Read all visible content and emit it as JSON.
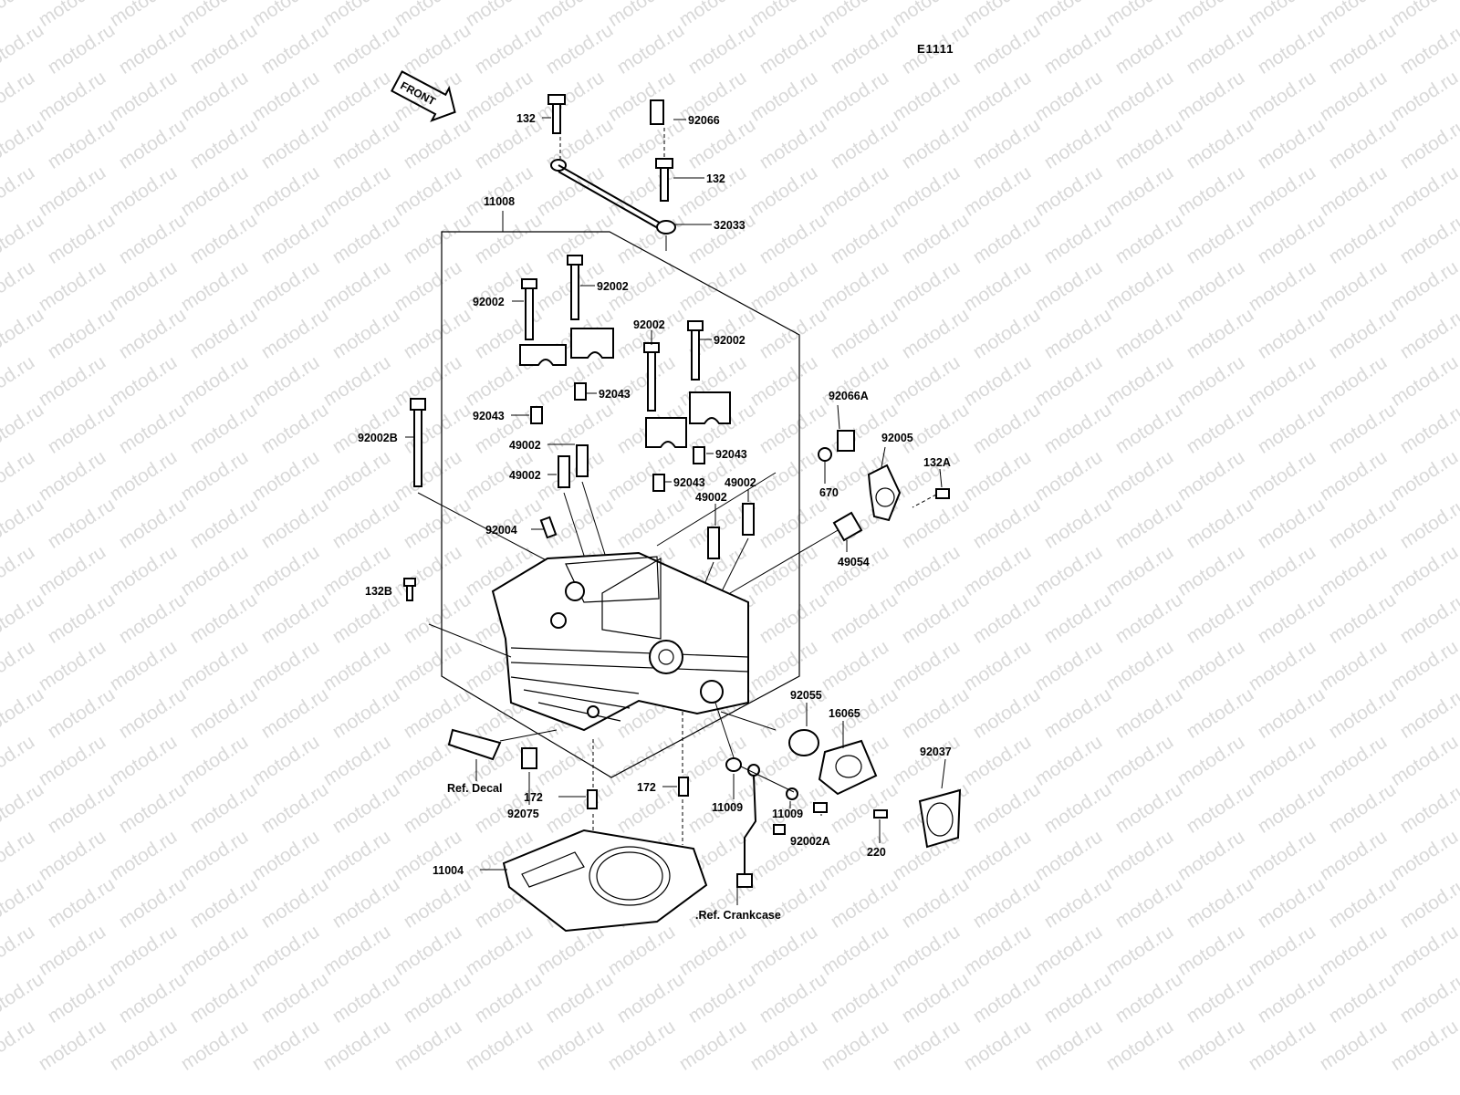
{
  "diagram_code": "E1111",
  "watermark_text": "motod.ru",
  "front_arrow_label": "FRONT",
  "parts": {
    "p132_top": "132",
    "p92066": "92066",
    "p132_mid": "132",
    "p32033": "32033",
    "p11008": "11008",
    "p92002_a": "92002",
    "p92002_b": "92002",
    "p92002_c": "92002",
    "p92002_d": "92002",
    "p92043_a": "92043",
    "p92043_b": "92043",
    "p92043_c": "92043",
    "p92043_d": "92043",
    "p92002B": "92002B",
    "p49002_a": "49002",
    "p49002_b": "49002",
    "p49002_c": "49002",
    "p49002_d": "49002",
    "p92066A": "92066A",
    "p670": "670",
    "p92005": "92005",
    "p132A": "132A",
    "p92004": "92004",
    "p49054": "49054",
    "p132B": "132B",
    "p92055": "92055",
    "p16065": "16065",
    "p92037": "92037",
    "p172_a": "172",
    "p172_b": "172",
    "p11009_a": "11009",
    "p11009_b": "11009",
    "p92002A": "92002A",
    "p220": "220",
    "p92075": "92075",
    "ref_decal": "Ref. Decal",
    "p11004": "11004",
    "ref_crankcase": ".Ref. Crankcase"
  }
}
